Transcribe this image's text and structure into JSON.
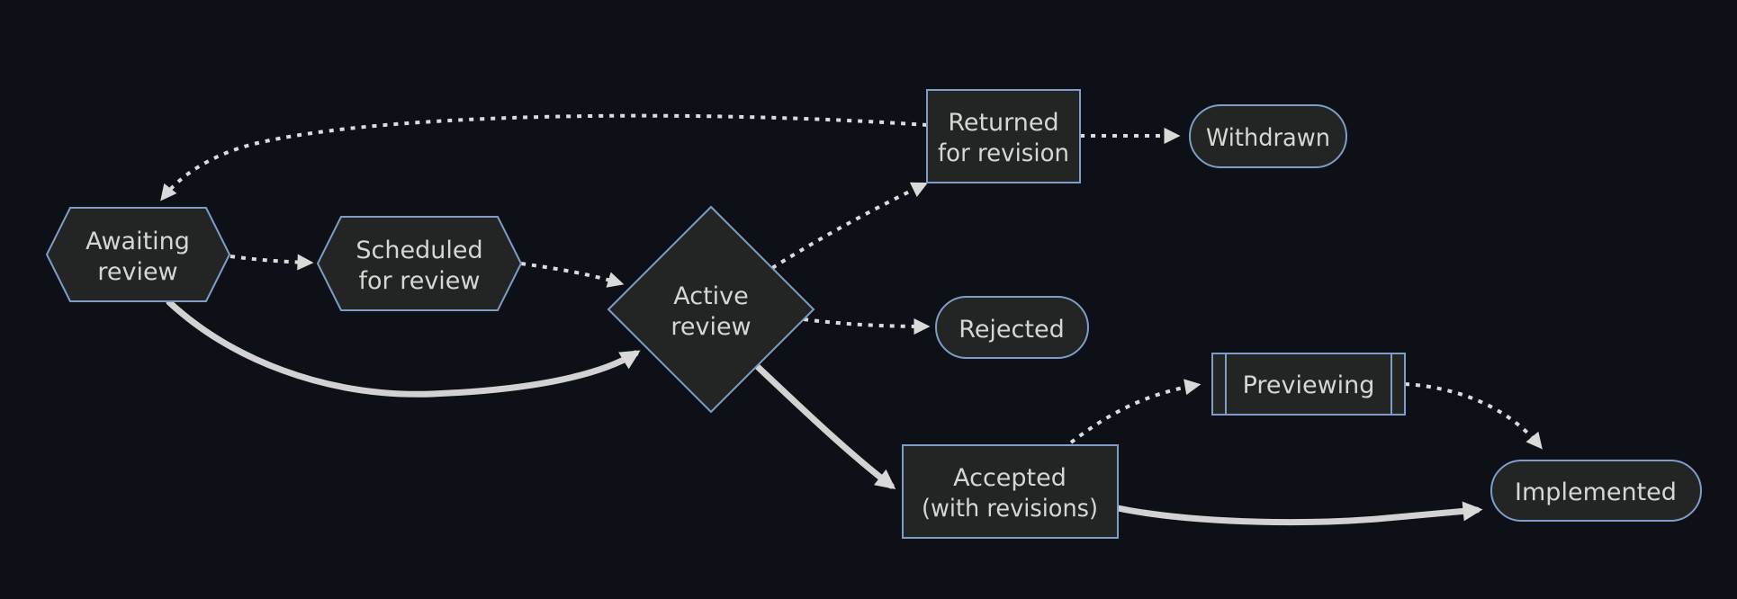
{
  "diagram": {
    "type": "flowchart",
    "direction": "left-to-right",
    "nodes": [
      {
        "id": "awaiting-review",
        "shape": "hexagon",
        "lines": [
          "Awaiting",
          "review"
        ]
      },
      {
        "id": "scheduled-for-review",
        "shape": "hexagon",
        "lines": [
          "Scheduled",
          "for review"
        ]
      },
      {
        "id": "active-review",
        "shape": "diamond",
        "lines": [
          "Active",
          "review"
        ]
      },
      {
        "id": "returned-for-revision",
        "shape": "rectangle",
        "lines": [
          "Returned",
          "for revision"
        ]
      },
      {
        "id": "withdrawn",
        "shape": "stadium",
        "lines": [
          "Withdrawn"
        ]
      },
      {
        "id": "rejected",
        "shape": "stadium",
        "lines": [
          "Rejected"
        ]
      },
      {
        "id": "previewing",
        "shape": "subroutine",
        "lines": [
          "Previewing"
        ]
      },
      {
        "id": "accepted-with-revisions",
        "shape": "rectangle",
        "lines": [
          "Accepted",
          "(with revisions)"
        ]
      },
      {
        "id": "implemented",
        "shape": "stadium",
        "lines": [
          "Implemented"
        ]
      }
    ],
    "edges": [
      {
        "from": "awaiting-review",
        "to": "scheduled-for-review",
        "style": "dotted"
      },
      {
        "from": "scheduled-for-review",
        "to": "active-review",
        "style": "dotted"
      },
      {
        "from": "active-review",
        "to": "returned-for-revision",
        "style": "dotted"
      },
      {
        "from": "returned-for-revision",
        "to": "withdrawn",
        "style": "dotted"
      },
      {
        "from": "returned-for-revision",
        "to": "awaiting-review",
        "style": "dotted"
      },
      {
        "from": "active-review",
        "to": "rejected",
        "style": "dotted"
      },
      {
        "from": "awaiting-review",
        "to": "active-review",
        "style": "solid"
      },
      {
        "from": "active-review",
        "to": "accepted-with-revisions",
        "style": "solid"
      },
      {
        "from": "accepted-with-revisions",
        "to": "previewing",
        "style": "dotted"
      },
      {
        "from": "previewing",
        "to": "implemented",
        "style": "dotted"
      },
      {
        "from": "accepted-with-revisions",
        "to": "implemented",
        "style": "solid"
      }
    ],
    "colors": {
      "background": "#0d1117",
      "node_fill": "#232525",
      "node_border": "#7f9dc7",
      "edge": "#d9d9d9",
      "text": "#d5d7d3"
    }
  }
}
